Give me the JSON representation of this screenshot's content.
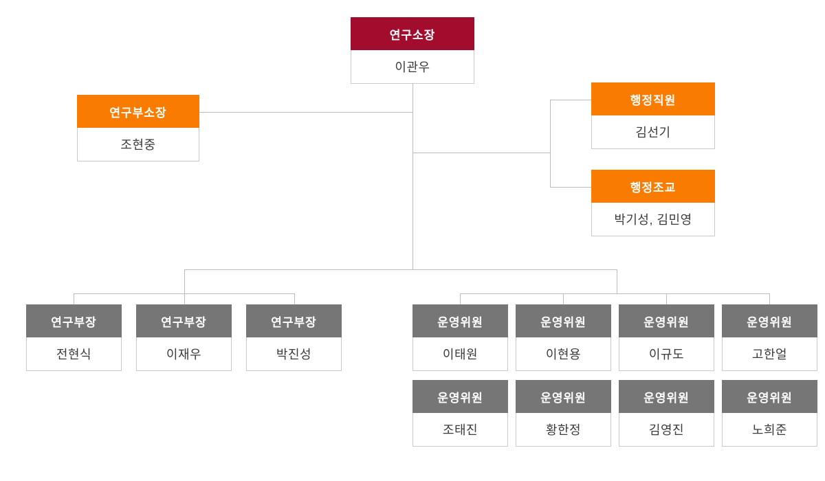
{
  "org": {
    "director": {
      "title": "연구소장",
      "name": "이관우"
    },
    "deputy": {
      "title": "연구부소장",
      "name": "조현중"
    },
    "admin": [
      {
        "title": "행정직원",
        "name": "김선기"
      },
      {
        "title": "행정조교",
        "name": "박기성, 김민영"
      }
    ],
    "dept_heads": [
      {
        "title": "연구부장",
        "name": "전현식"
      },
      {
        "title": "연구부장",
        "name": "이재우"
      },
      {
        "title": "연구부장",
        "name": "박진성"
      }
    ],
    "committee": [
      {
        "title": "운영위원",
        "name": "이태원"
      },
      {
        "title": "운영위원",
        "name": "이현용"
      },
      {
        "title": "운영위원",
        "name": "이규도"
      },
      {
        "title": "운영위원",
        "name": "고한얼"
      },
      {
        "title": "운영위원",
        "name": "조태진"
      },
      {
        "title": "운영위원",
        "name": "황한정"
      },
      {
        "title": "운영위원",
        "name": "김영진"
      },
      {
        "title": "운영위원",
        "name": "노희준"
      }
    ]
  },
  "colors": {
    "director": "#a30d2d",
    "admin": "#f97b00",
    "member": "#767676",
    "line": "#bcbcbc"
  }
}
